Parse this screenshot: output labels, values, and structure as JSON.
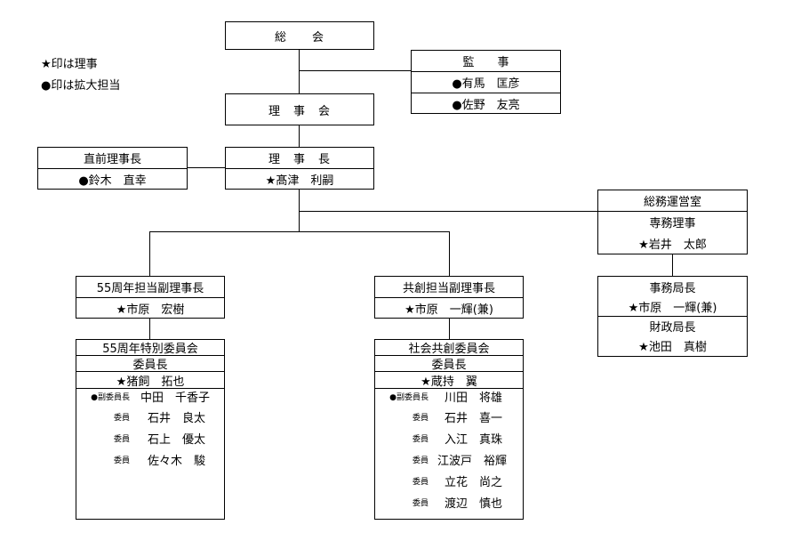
{
  "legend": {
    "star": "★印は理事",
    "dot": "●印は拡大担当"
  },
  "general_assembly": "総　　会",
  "board": "理　事　会",
  "auditors": {
    "title": "監　　事",
    "members": [
      "●有馬　匡彦",
      "●佐野　友亮"
    ]
  },
  "former_president": {
    "title": "直前理事長",
    "name": "●鈴木　直幸"
  },
  "president": {
    "title": "理　事　長",
    "name": "★髙津　利嗣"
  },
  "general_affairs": {
    "title": "総務運営室",
    "sub_title": "専務理事",
    "name": "★岩井　太郎"
  },
  "secretariat": {
    "title": "事務局長",
    "name": "★市原　一輝(兼)",
    "finance_title": "財政局長",
    "finance_name": "★池田　真樹"
  },
  "vp_55th": {
    "title": "55周年担当副理事長",
    "name": "★市原　宏樹"
  },
  "vp_cocreation": {
    "title": "共創担当副理事長",
    "name": "★市原　一輝(兼)"
  },
  "committee_55th": {
    "title": "55周年特別委員会",
    "chair_label": "委員長",
    "chair": "★猪飼　拓也",
    "members": [
      {
        "role": "●副委員長",
        "name": "中田　千香子"
      },
      {
        "role": "委員",
        "name": "石井　良太"
      },
      {
        "role": "委員",
        "name": "石上　優太"
      },
      {
        "role": "委員",
        "name": "佐々木　駿"
      }
    ]
  },
  "committee_cocreation": {
    "title": "社会共創委員会",
    "chair_label": "委員長",
    "chair": "★蔵持　翼",
    "members": [
      {
        "role": "●副委員長",
        "name": "川田　将雄"
      },
      {
        "role": "委員",
        "name": "石井　喜一"
      },
      {
        "role": "委員",
        "name": "入江　真珠"
      },
      {
        "role": "委員",
        "name": "江波戸　裕輝"
      },
      {
        "role": "委員",
        "name": "立花　尚之"
      },
      {
        "role": "委員",
        "name": "渡辺　慎也"
      }
    ]
  }
}
